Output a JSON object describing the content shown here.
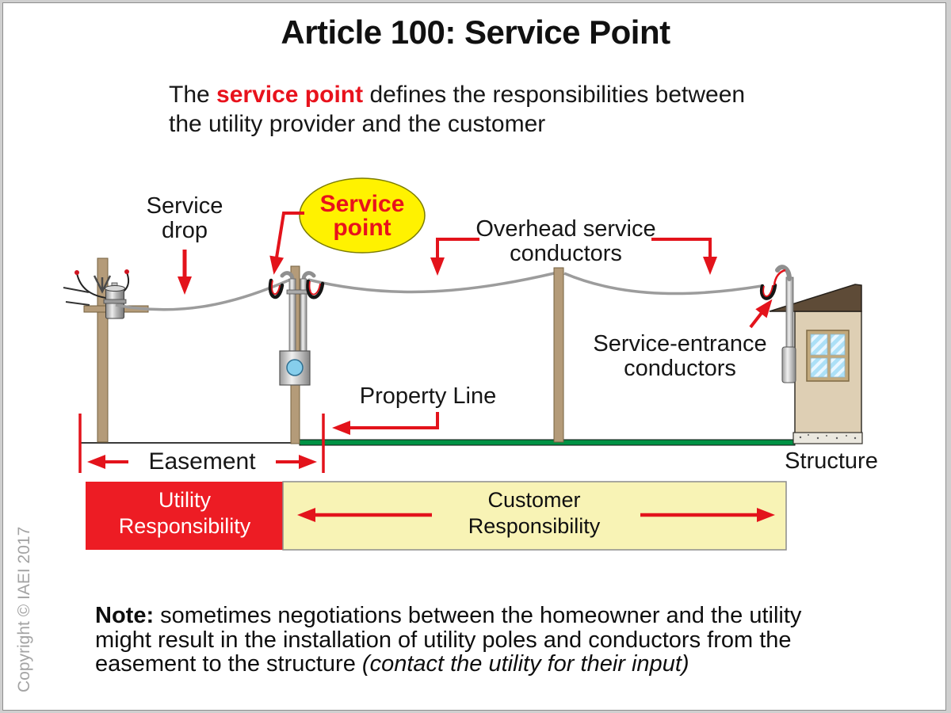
{
  "title": "Article 100: Service Point",
  "subtitle": {
    "prefix": "The ",
    "highlight": "service point",
    "line1_rest": " defines the responsibilities between",
    "line2": "the utility provider and the customer"
  },
  "labels": {
    "service_drop": "Service\ndrop",
    "service_point": "Service\npoint",
    "overhead": "Overhead service\nconductors",
    "service_entrance": "Service-entrance\nconductors",
    "property_line": "Property Line",
    "easement": "Easement",
    "structure": "Structure"
  },
  "bar": {
    "utility": "Utility\nResponsibility",
    "customer": "Customer\nResponsibility"
  },
  "note": {
    "bold": "Note:",
    "line1_rest": " sometimes negotiations between the homeowner and the utility",
    "line2": "might result in the installation of utility poles and conductors from the",
    "line3_normal": "easement to the structure ",
    "line3_italic": "(contact the utility for their input)"
  },
  "copyright": "Copyright © IAEI 2017",
  "colors": {
    "accent_red": "#e3131b",
    "highlight_red": "#e8121c",
    "bubble_yellow": "#fff200",
    "bar_red": "#ed1c24",
    "bar_yellow": "#f8f3b5",
    "grass_green": "#009245",
    "pole_brown": "#b49b79",
    "house_tan": "#decfb4",
    "roof_brown": "#5e4b37"
  }
}
